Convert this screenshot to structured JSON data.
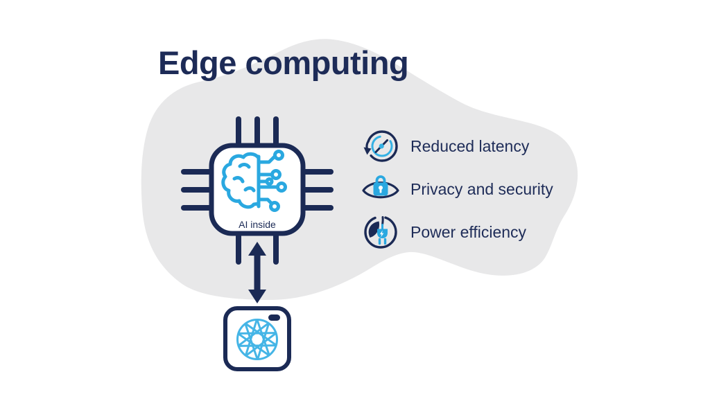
{
  "title": "Edge computing",
  "diagram": {
    "chip": {
      "label": "AI inside",
      "icon": "ai-chip-brain-circuit-icon"
    },
    "connection": {
      "icon": "bidirectional-arrow-icon"
    },
    "device": {
      "icon": "camera-icon"
    }
  },
  "features": [
    {
      "icon": "reduced-latency-icon",
      "label": "Reduced latency"
    },
    {
      "icon": "privacy-security-icon",
      "label": "Privacy and security"
    },
    {
      "icon": "power-efficiency-icon",
      "label": "Power efficiency"
    }
  ],
  "colors": {
    "navy": "#1d2b57",
    "accent_blue": "#2aa8e0",
    "aperture_blue": "#45b5e6",
    "blob_gray": "#e8e8e9",
    "background": "#ffffff"
  }
}
